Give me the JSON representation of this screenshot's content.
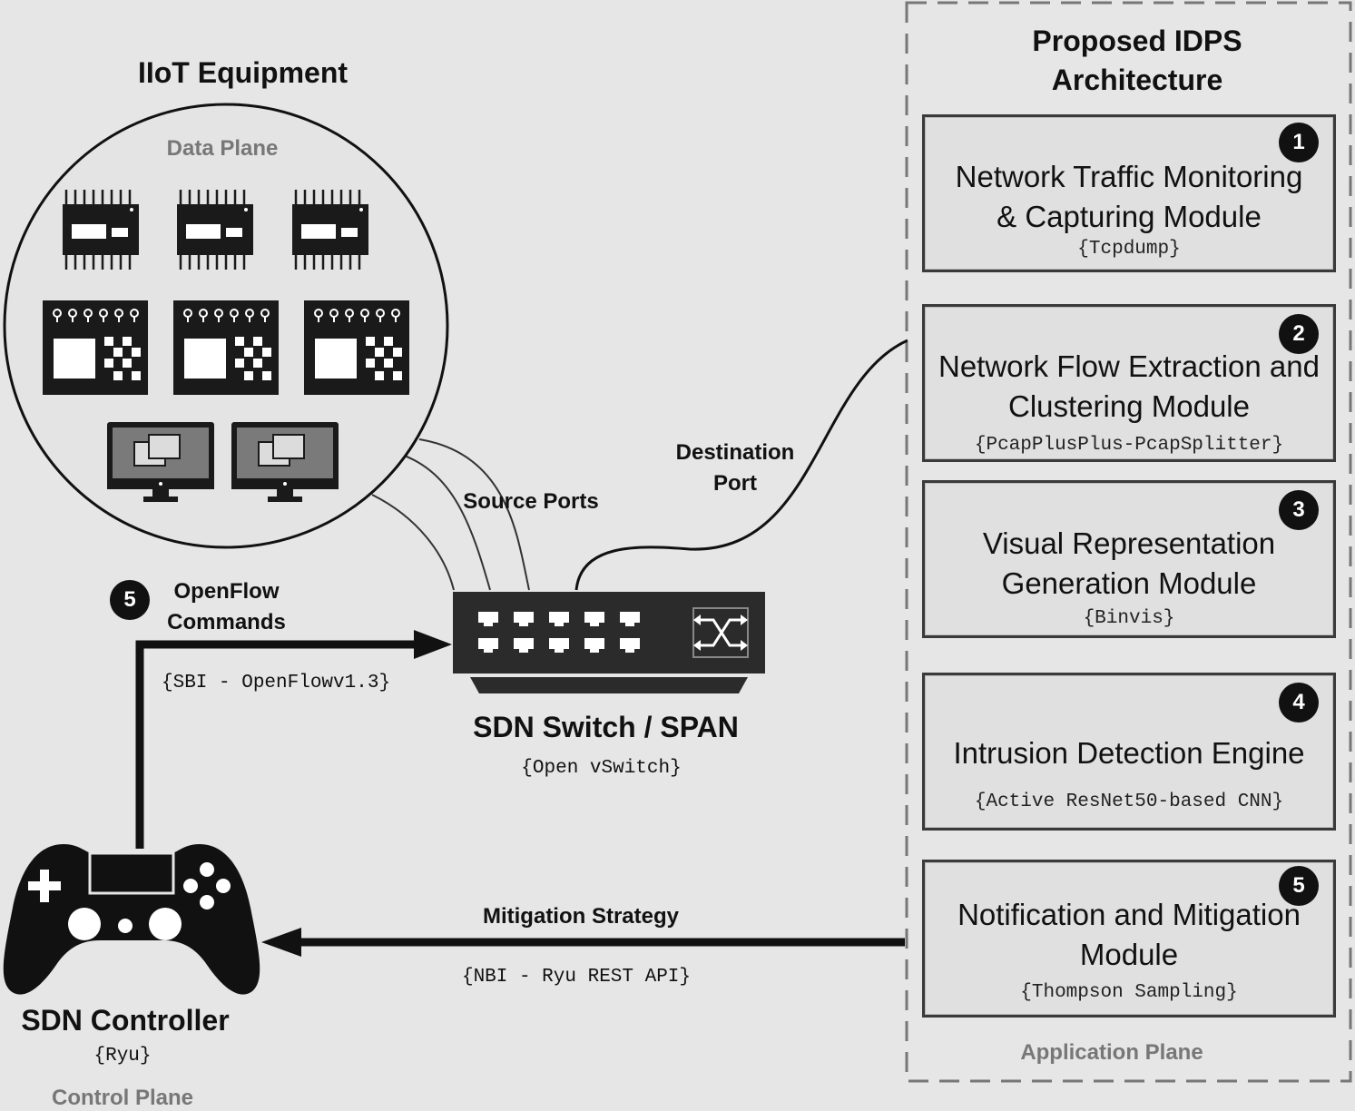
{
  "architecture": {
    "title_line1": "Proposed IDPS",
    "title_line2": "Architecture",
    "plane_label": "Application Plane",
    "modules": [
      {
        "number": "1",
        "line1": "Network Traffic Monitoring",
        "line2": "& Capturing Module",
        "tool": "{Tcpdump}"
      },
      {
        "number": "2",
        "line1": "Network Flow Extraction and",
        "line2": "Clustering Module",
        "tool": "{PcapPlusPlus-PcapSplitter}"
      },
      {
        "number": "3",
        "line1": "Visual Representation",
        "line2": "Generation Module",
        "tool": "{Binvis}"
      },
      {
        "number": "4",
        "line1": "Intrusion Detection Engine",
        "line2": "",
        "tool": "{Active ResNet50-based CNN}"
      },
      {
        "number": "5",
        "line1": "Notification and Mitigation",
        "line2": "Module",
        "tool": "{Thompson Sampling}"
      }
    ]
  },
  "iiot": {
    "title": "IIoT Equipment",
    "plane_label": "Data Plane"
  },
  "switch": {
    "title": "SDN Switch / SPAN",
    "tool": "{Open vSwitch}",
    "source_ports_label": "Source Ports",
    "destination_port_line1": "Destination",
    "destination_port_line2": "Port"
  },
  "openflow": {
    "badge": "5",
    "label_line1": "OpenFlow",
    "label_line2": "Commands",
    "interface": "{SBI - OpenFlowv1.3}"
  },
  "mitigation": {
    "label": "Mitigation Strategy",
    "interface": "{NBI - Ryu REST API}"
  },
  "controller": {
    "title": "SDN Controller",
    "tool": "{Ryu}",
    "plane_label": "Control Plane"
  }
}
